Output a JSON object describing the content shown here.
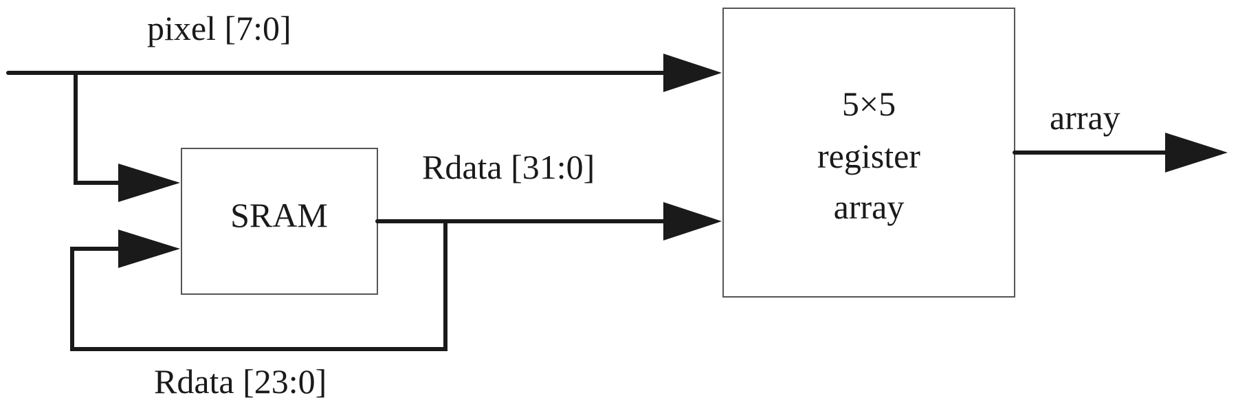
{
  "diagram": {
    "signals": {
      "pixel_in": "pixel [7:0]",
      "sram_out": "Rdata [31:0]",
      "feedback": "Rdata [23:0]",
      "output": "array"
    },
    "blocks": {
      "sram": "SRAM",
      "register_array": {
        "line1": "5×5",
        "line2": "register",
        "line3": "array"
      }
    }
  }
}
